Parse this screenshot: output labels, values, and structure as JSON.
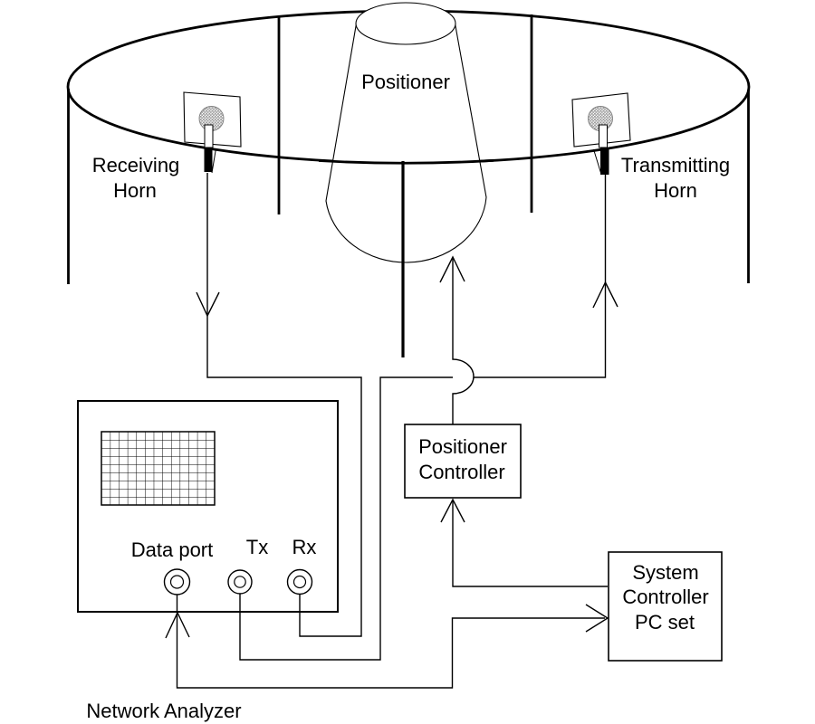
{
  "chamber": {
    "positioner_label": "Positioner",
    "receiving_horn_label": {
      "line1": "Receiving",
      "line2": "Horn"
    },
    "transmitting_horn_label": {
      "line1": "Transmitting",
      "line2": "Horn"
    }
  },
  "network_analyzer": {
    "caption": "Network Analyzer",
    "ports": {
      "data_label": "Data port",
      "tx_label": "Tx",
      "rx_label": "Rx"
    }
  },
  "positioner_controller": {
    "line1": "Positioner",
    "line2": "Controller"
  },
  "system_controller": {
    "line1": "System",
    "line2": "Controller",
    "line3": "PC set"
  },
  "colors": {
    "ink": "#000000",
    "paper": "#ffffff",
    "aperture_gray": "#9a9a9a"
  },
  "connections": [
    {
      "from": "receiving-horn",
      "to": "network-analyzer-rx-port",
      "arrow": "toward-rx-port"
    },
    {
      "from": "network-analyzer-tx-port",
      "to": "transmitting-horn",
      "arrow": "toward-horn"
    },
    {
      "from": "positioner-controller",
      "to": "positioner",
      "arrow": "toward-positioner",
      "crossover_hop": true
    },
    {
      "from": "system-controller-pc-set",
      "to": "positioner-controller",
      "arrow": "toward-positioner-controller"
    },
    {
      "from": "network-analyzer-data-port",
      "to": "system-controller-pc-set",
      "arrow": "both-ends"
    }
  ]
}
